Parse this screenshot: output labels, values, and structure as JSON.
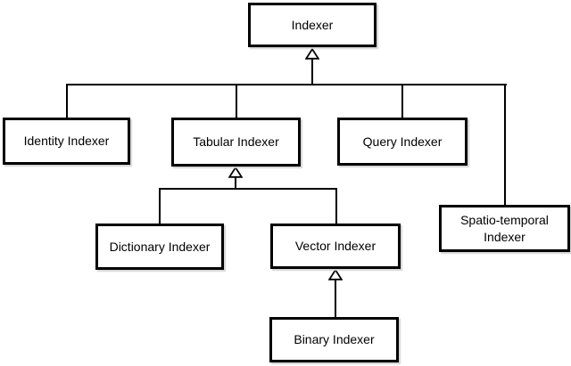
{
  "nodes": {
    "indexer": {
      "label": "Indexer"
    },
    "identity": {
      "label": "Identity Indexer"
    },
    "tabular": {
      "label": "Tabular Indexer"
    },
    "query": {
      "label": "Query Indexer"
    },
    "spatio_temporal": {
      "label": "Spatio-temporal Indexer"
    },
    "dictionary": {
      "label": "Dictionary Indexer"
    },
    "vector": {
      "label": "Vector Indexer"
    },
    "binary": {
      "label": "Binary Indexer"
    }
  },
  "edges": [
    {
      "from": "Identity Indexer",
      "to": "Indexer",
      "type": "inheritance"
    },
    {
      "from": "Tabular Indexer",
      "to": "Indexer",
      "type": "inheritance"
    },
    {
      "from": "Query Indexer",
      "to": "Indexer",
      "type": "inheritance"
    },
    {
      "from": "Spatio-temporal Indexer",
      "to": "Indexer",
      "type": "inheritance"
    },
    {
      "from": "Dictionary Indexer",
      "to": "Tabular Indexer",
      "type": "inheritance"
    },
    {
      "from": "Vector Indexer",
      "to": "Tabular Indexer",
      "type": "inheritance"
    },
    {
      "from": "Binary Indexer",
      "to": "Vector Indexer",
      "type": "inheritance"
    }
  ],
  "colors": {
    "background": "#ffffff",
    "node_fill": "#ffffff",
    "node_border": "#000000",
    "text": "#000000",
    "shadow": "#d4d4d4"
  }
}
